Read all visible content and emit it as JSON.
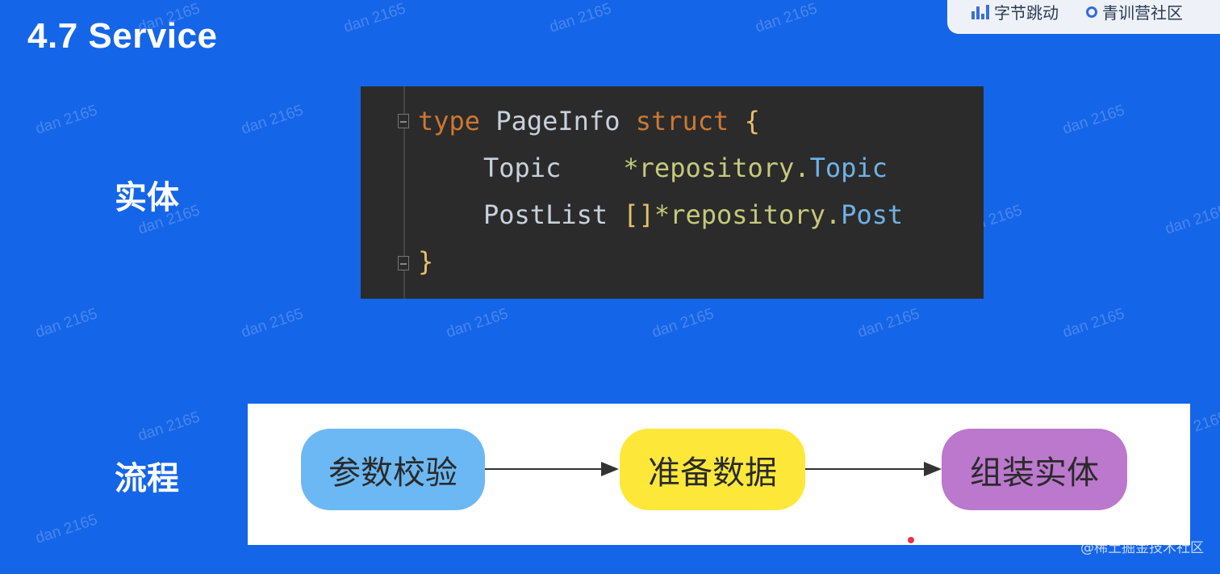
{
  "slide": {
    "title": "4.7 Service",
    "entity_label": "实体",
    "flow_label": "流程"
  },
  "brand": {
    "left_name": "字节跳动",
    "right_name": "青训营社区",
    "left_icon": "bytedance-bars-icon",
    "right_icon": "qingxun-ring-icon"
  },
  "code": {
    "line1": {
      "keyword": "type",
      "name": " PageInfo ",
      "keyword2": "struct",
      "brace": " {"
    },
    "line2": {
      "field": "Topic    ",
      "pkg": "*repository.",
      "type": "Topic"
    },
    "line3": {
      "field": "PostList ",
      "brackets": "[]",
      "pkg": "*repository.",
      "type": "Post"
    },
    "line4": {
      "brace": "}"
    }
  },
  "flow": {
    "steps": [
      {
        "label": "参数校验",
        "color": "#6cb8f4"
      },
      {
        "label": "准备数据",
        "color": "#fde83a"
      },
      {
        "label": "组装实体",
        "color": "#bb78cc"
      }
    ]
  },
  "watermark": {
    "text": "dan 2165"
  },
  "credit": {
    "text": "@稀土掘金技术社区"
  },
  "colors": {
    "background": "#1565e8",
    "code_bg": "#2b2b2b"
  }
}
